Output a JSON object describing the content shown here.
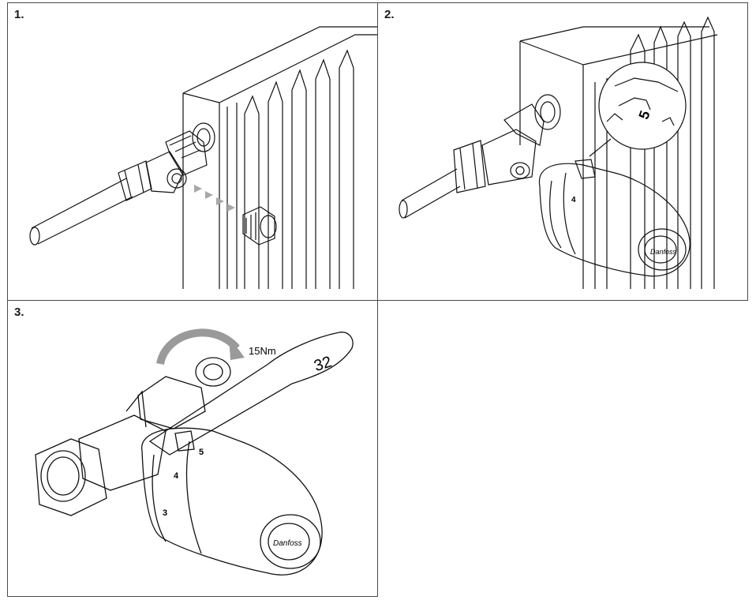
{
  "steps": [
    {
      "number": "1."
    },
    {
      "number": "2."
    },
    {
      "number": "3."
    }
  ],
  "panel2": {
    "zoom_dial_value": "5"
  },
  "panel3": {
    "torque_label": "15Nm",
    "wrench_size": "32"
  },
  "dial": {
    "scale_marks": [
      "3",
      "4",
      "5"
    ],
    "brand_script": "Danfoss"
  }
}
